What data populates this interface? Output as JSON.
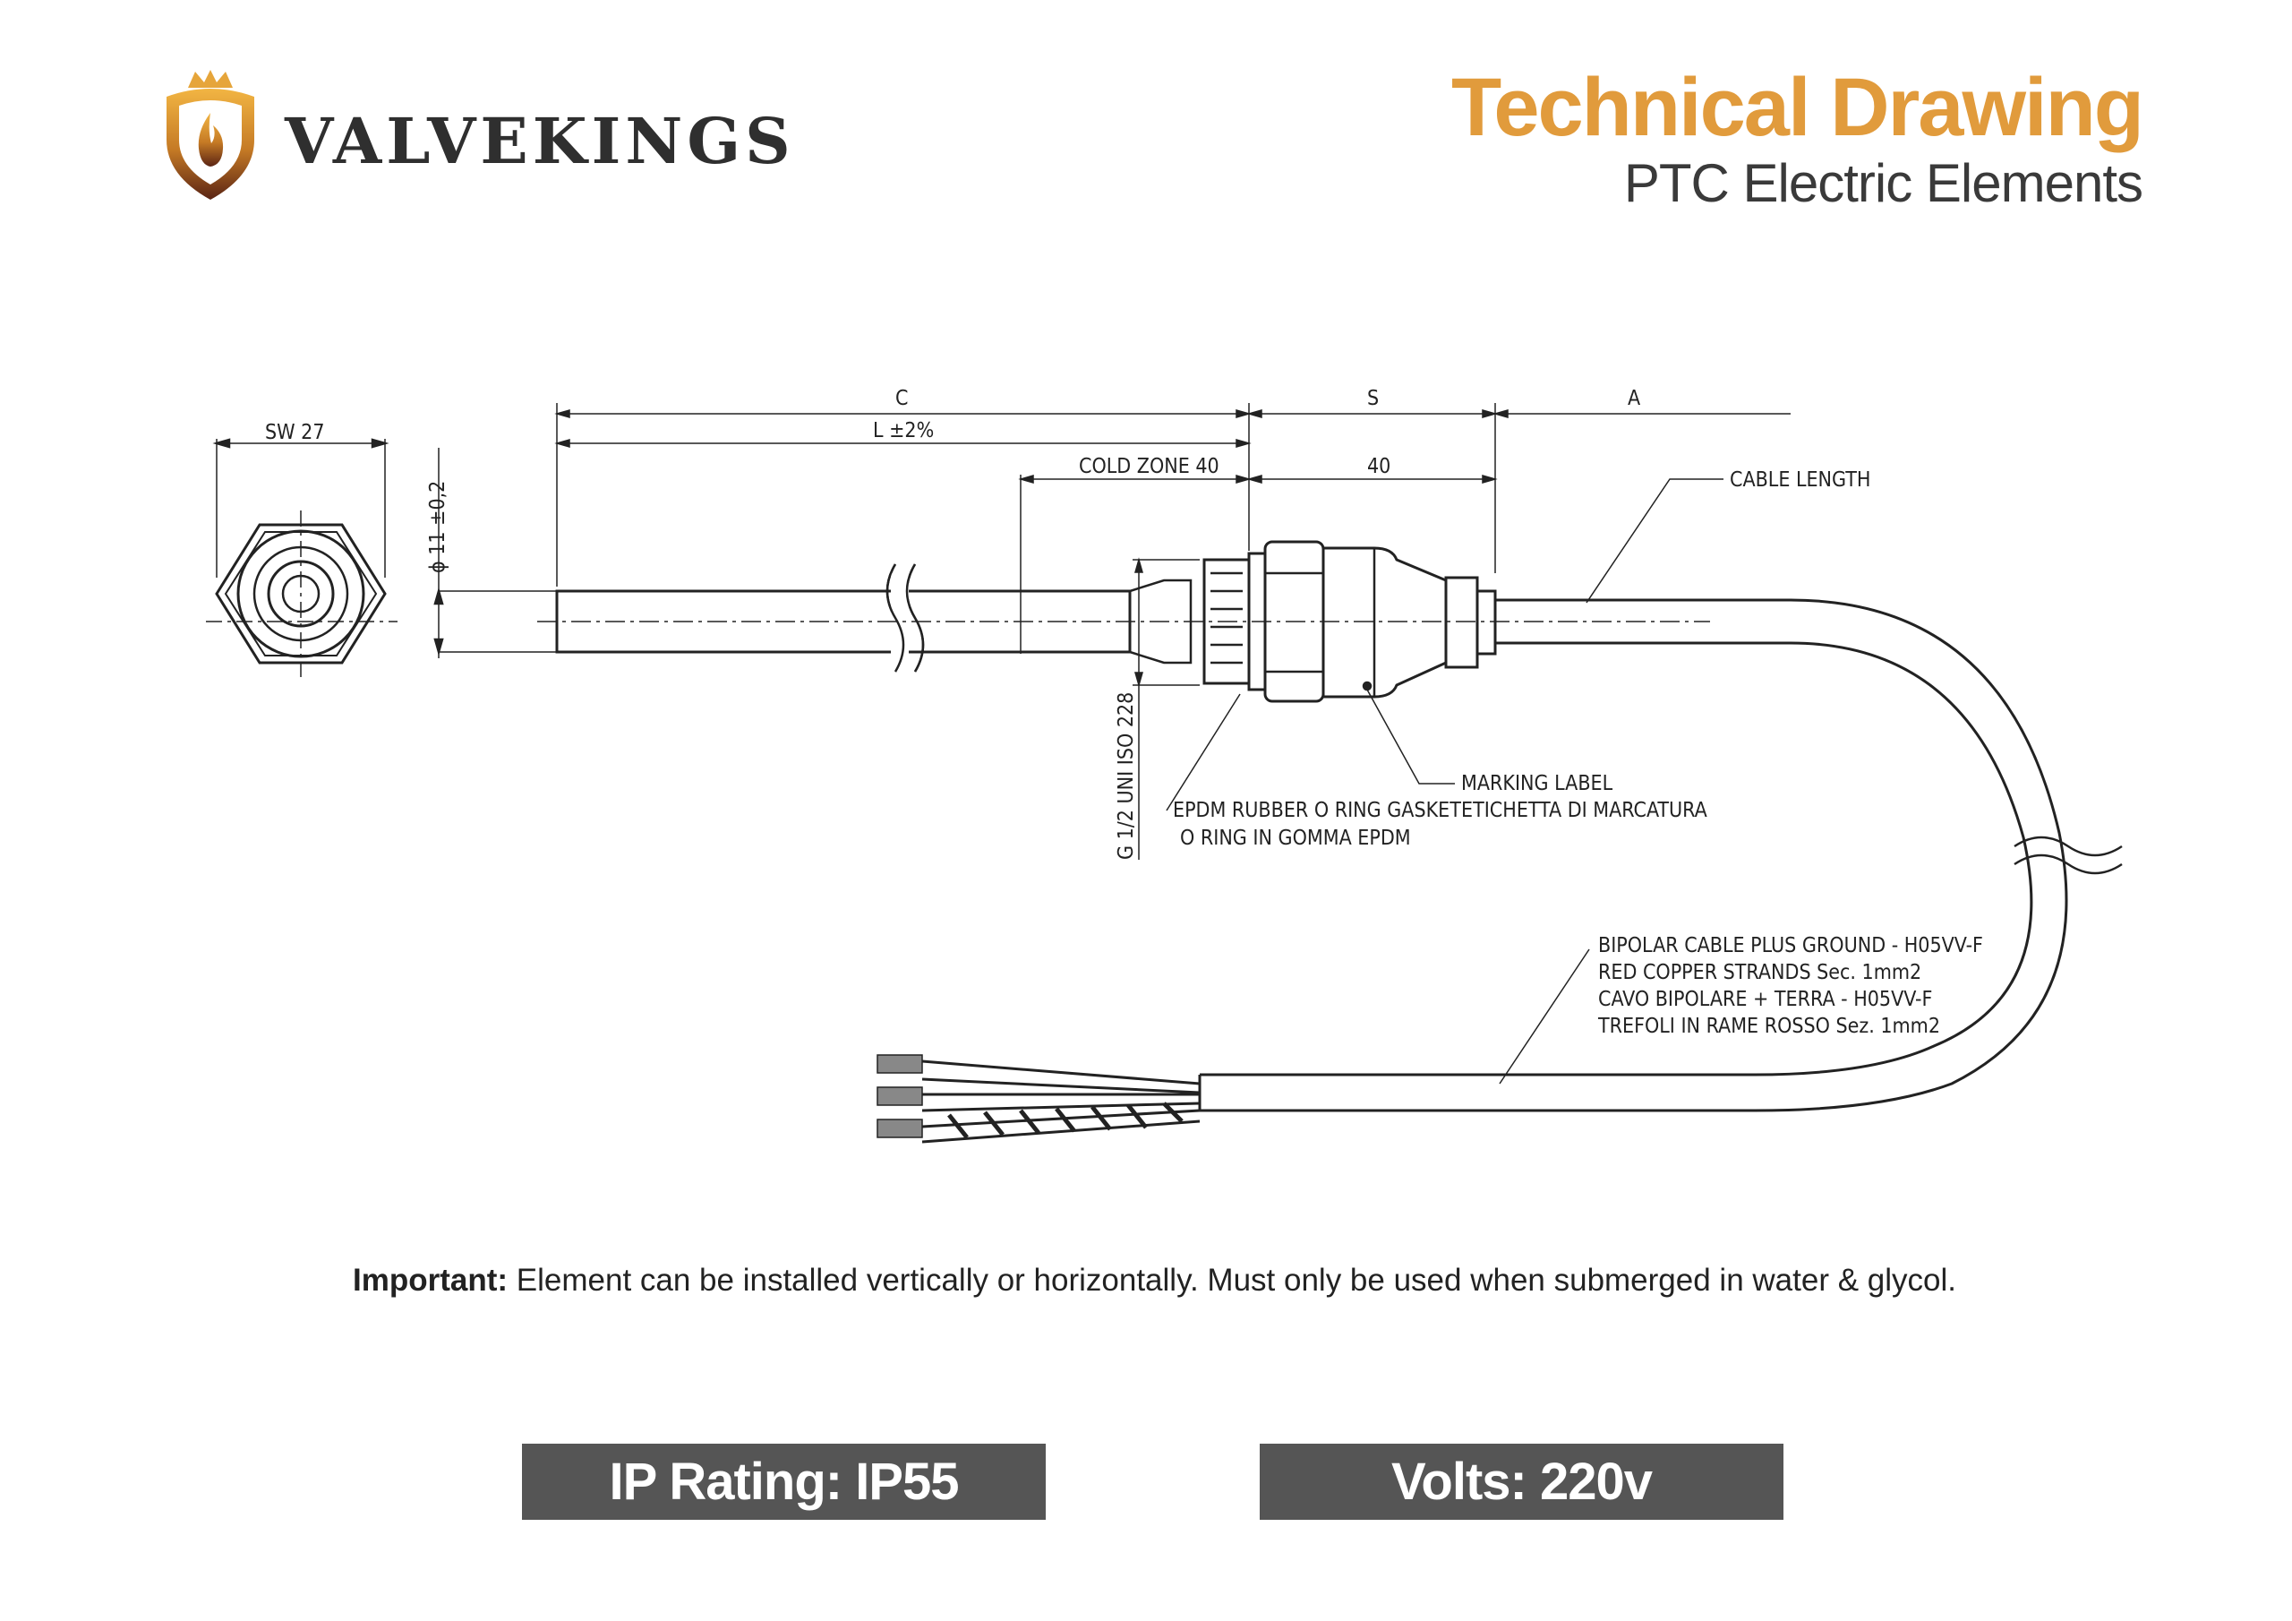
{
  "brand": {
    "name": "VALVEKINGS"
  },
  "heading": {
    "title": "Technical Drawing",
    "subtitle": "PTC Electric Elements"
  },
  "colors": {
    "accent": "#e19b3c",
    "badge_bg": "#555555",
    "badge_text": "#ffffff",
    "text": "#333333"
  },
  "drawing": {
    "sw": "SW 27",
    "diameter": "ϕ 11 ±0,2",
    "dim_c": "C",
    "dim_l": "L ±2%",
    "dim_s": "S",
    "dim_a": "A",
    "cold_zone": "COLD ZONE 40",
    "dim_40": "40",
    "cable_length": "CABLE LENGTH",
    "thread": "G 1/2 UNI ISO 228",
    "gasket_line1": "EPDM RUBBER O RING GASKET",
    "gasket_line2": "O RING IN GOMMA EPDM",
    "marking_line1": "MARKING LABEL",
    "marking_line2": "ETICHETTA DI MARCATURA",
    "cable_line1": "BIPOLAR CABLE PLUS GROUND - H05VV-F",
    "cable_line2": "RED COPPER STRANDS Sec. 1mm2",
    "cable_line3": "CAVO BIPOLARE + TERRA - H05VV-F",
    "cable_line4": "TREFOLI IN RAME ROSSO Sez. 1mm2"
  },
  "note": {
    "label": "Important:",
    "text": " Element can be installed vertically or horizontally. Must only be used when submerged in water & glycol."
  },
  "badges": {
    "ip": "IP Rating: IP55",
    "volts": "Volts: 220v"
  }
}
